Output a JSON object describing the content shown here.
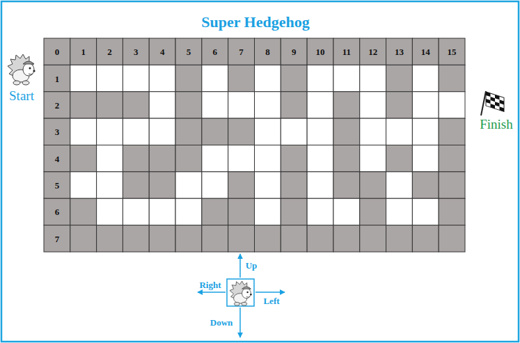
{
  "diagram": {
    "title": "Super Hedgehog",
    "labels": [
      "Start",
      "0",
      "1",
      "2",
      "3",
      "4",
      "5",
      "6",
      "7",
      "8",
      "9",
      "10",
      "11",
      "12",
      "13",
      "14",
      "15",
      "1",
      "2",
      "3",
      "4",
      "5",
      "6",
      "7",
      "Finish",
      "Up",
      "Right",
      "Left",
      "Down"
    ]
  }
}
